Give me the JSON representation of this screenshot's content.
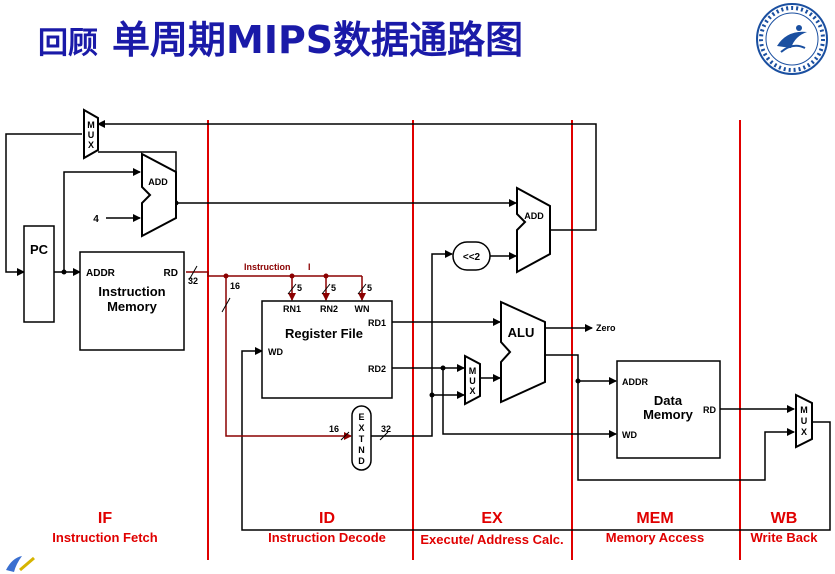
{
  "title": {
    "prefix": "回顾",
    "main": "单周期MIPS数据通路图"
  },
  "logo": {
    "name": "university-seal"
  },
  "stages": [
    {
      "abbr": "IF",
      "name": "Instruction Fetch"
    },
    {
      "abbr": "ID",
      "name": "Instruction Decode"
    },
    {
      "abbr": "EX",
      "name": "Execute/ Address Calc."
    },
    {
      "abbr": "MEM",
      "name": "Memory Access"
    },
    {
      "abbr": "WB",
      "name": "Write Back"
    }
  ],
  "components": {
    "pc": "PC",
    "add1": "ADD",
    "const_four": "4",
    "add2": "ADD",
    "shift": "<<2",
    "alu": "ALU",
    "zero": "Zero",
    "mux_top": [
      "M",
      "U",
      "X"
    ],
    "mux_alu": [
      "M",
      "U",
      "X"
    ],
    "mux_wb": [
      "M",
      "U",
      "X"
    ],
    "extnd": [
      "E",
      "X",
      "T",
      "N",
      "D"
    ],
    "imem": {
      "addr": "ADDR",
      "rd": "RD",
      "line1": "Instruction",
      "line2": "Memory"
    },
    "regfile": {
      "rn1": "RN1",
      "rn2": "RN2",
      "wn": "WN",
      "rd1": "RD1",
      "rd2": "RD2",
      "wd": "WD",
      "name": "Register File"
    },
    "dmem": {
      "addr": "ADDR",
      "rd": "RD",
      "wd": "WD",
      "line1": "Data",
      "line2": "Memory"
    }
  },
  "bus": {
    "instruction": "Instruction",
    "instruction_suffix": "I",
    "w32a": "32",
    "w16a": "16",
    "w5a": "5",
    "w5b": "5",
    "w5c": "5",
    "w16b": "16",
    "w32b": "32"
  }
}
